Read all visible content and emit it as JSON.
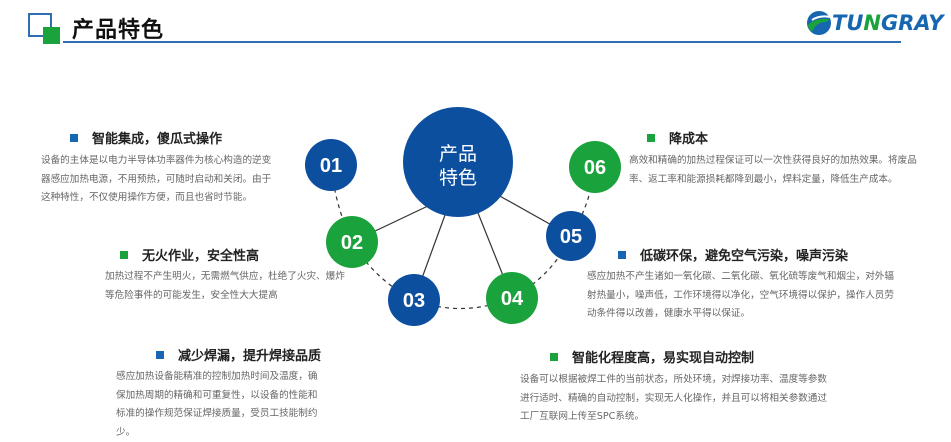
{
  "header": {
    "title": "产品特色"
  },
  "logo": {
    "text_a": "TU",
    "text_n": "N",
    "text_b": "GRAY"
  },
  "center": {
    "line1": "产品",
    "line2": "特色"
  },
  "colors": {
    "blue": "#0d4f9f",
    "green": "#1aa33c",
    "accent_line": "#2f6db5"
  },
  "nodes": [
    "01",
    "02",
    "03",
    "04",
    "05",
    "06"
  ],
  "features": [
    {
      "title": "智能集成，傻瓜式操作",
      "desc": "设备的主体是以电力半导体功率器件为核心构造的逆变器感应加热电源，不用预热，可随时启动和关闭。由于这种特性，不仅使用操作方便，而且也省时节能。"
    },
    {
      "title": "无火作业，安全性高",
      "desc": "加热过程不产生明火，无需燃气供应，杜绝了火灾、爆炸等危险事件的可能发生，安全性大大提高"
    },
    {
      "title": "减少焊漏，提升焊接品质",
      "desc": "感应加热设备能精准的控制加热时间及温度，确保加热周期的精确和可重复性，以设备的性能和标准的操作规范保证焊接质量，受员工技能制约少。"
    },
    {
      "title": "智能化程度高，易实现自动控制",
      "desc": "设备可以根据被焊工件的当前状态，所处环境，对焊接功率、温度等参数进行适时、精确的自动控制，实现无人化操作，并且可以将相关参数通过工厂互联网上传至SPC系统。"
    },
    {
      "title": "低碳环保，避免空气污染，噪声污染",
      "desc": "感应加热不产生诸如一氧化碳、二氧化碳、氧化硫等废气和烟尘，对外辐射热量小，噪声低，工作环境得以净化，空气环境得以保护，操作人员劳动条件得以改善，健康水平得以保证。"
    },
    {
      "title": "降成本",
      "desc": "高效和精确的加热过程保证可以一次性获得良好的加热效果。将废品率、返工率和能源损耗都降到最小，焊料定量，降低生产成本。"
    }
  ]
}
